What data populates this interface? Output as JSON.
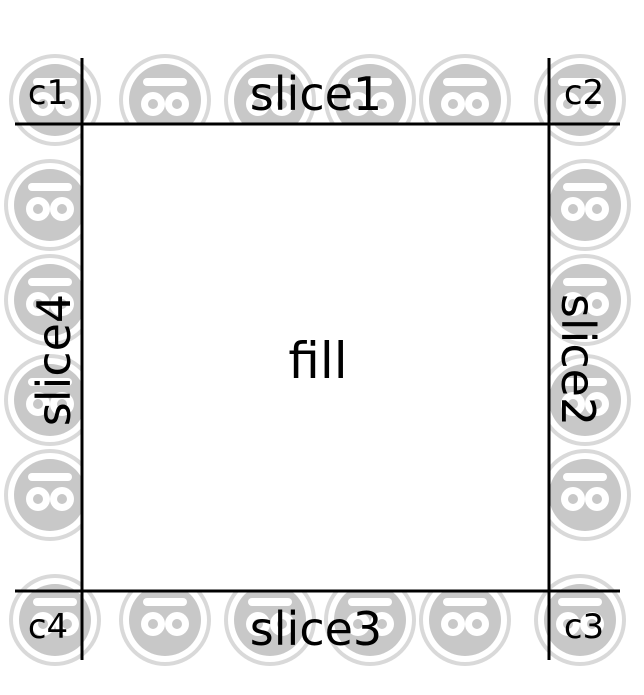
{
  "labels": {
    "corner_top_left": "c1",
    "corner_top_right": "c2",
    "corner_bottom_right": "c3",
    "corner_bottom_left": "c4",
    "slice_top": "slice1",
    "slice_right": "slice2",
    "slice_bottom": "slice3",
    "slice_left": "slice4",
    "center": "fill"
  },
  "colors": {
    "ornament": "#c8c8c8",
    "ornament_outline": "#d9d9d9",
    "lines": "#000000",
    "background": "#ffffff"
  },
  "ornament": {
    "description_icon": "scroll-curl-icon"
  }
}
